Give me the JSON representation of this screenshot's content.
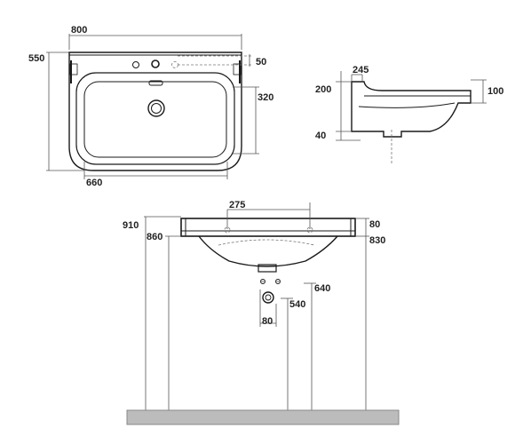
{
  "top_view": {
    "width_label": "800",
    "depth_label": "550",
    "tap_label": "50",
    "basin_depth_label": "320",
    "inner_width_label": "660"
  },
  "side_view": {
    "back_label": "245",
    "height_label": "200",
    "rim_label": "100",
    "drain_label": "40"
  },
  "front_view": {
    "tap_spacing_label": "275",
    "top_height_label": "910",
    "rim_height_label": "860",
    "thickness_label": "80",
    "outer_height_label": "830",
    "pipe_height_label": "640",
    "waste_height_label": "540",
    "waste_width_label": "80"
  }
}
